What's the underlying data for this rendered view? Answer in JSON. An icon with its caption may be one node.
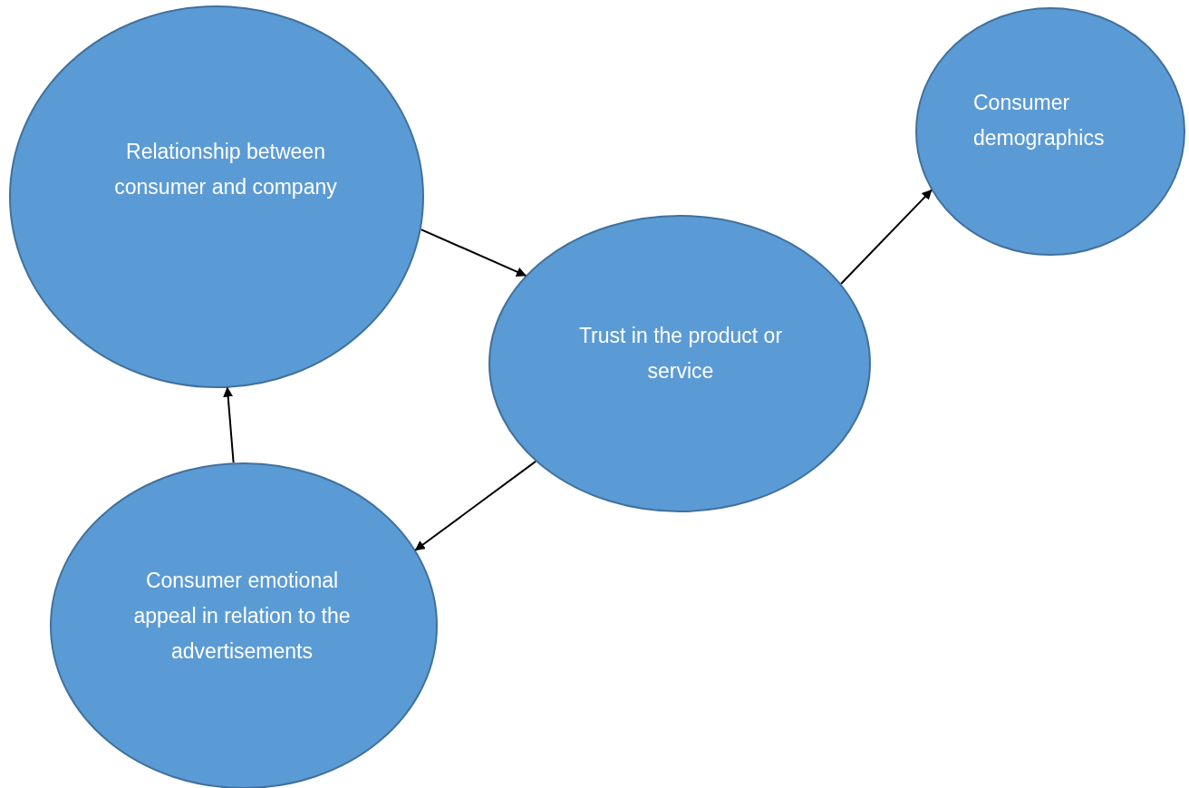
{
  "diagram": {
    "nodes": [
      {
        "text": [
          "Relationship between consumer and company"
        ]
      },
      {
        "text": [
          "Trust in the product or service"
        ]
      },
      {
        "text": [
          "Consumer demographics"
        ]
      },
      {
        "text": [
          "Consumer emotional appeal in relation to the advertisements"
        ]
      }
    ],
    "edges": [
      {
        "from": 0,
        "to": 1,
        "arrow": "to"
      },
      {
        "from": 1,
        "to": 2,
        "arrow": "to"
      },
      {
        "from": 1,
        "to": 3,
        "arrow": "to"
      },
      {
        "from": 3,
        "to": 0,
        "arrow": "to"
      }
    ]
  }
}
